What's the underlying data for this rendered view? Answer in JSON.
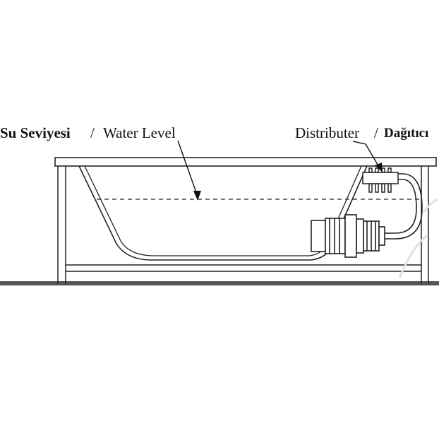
{
  "labels": {
    "water_level_tr": "Su Seviyesi",
    "separator_1": "/",
    "water_level_en": "Water Level",
    "distributor_en": "Distributer",
    "separator_2": "/",
    "distributor_tr": "Dağıtıcı"
  },
  "colors": {
    "line": "#222222",
    "floor": "#555555",
    "background": "#ffffff"
  }
}
